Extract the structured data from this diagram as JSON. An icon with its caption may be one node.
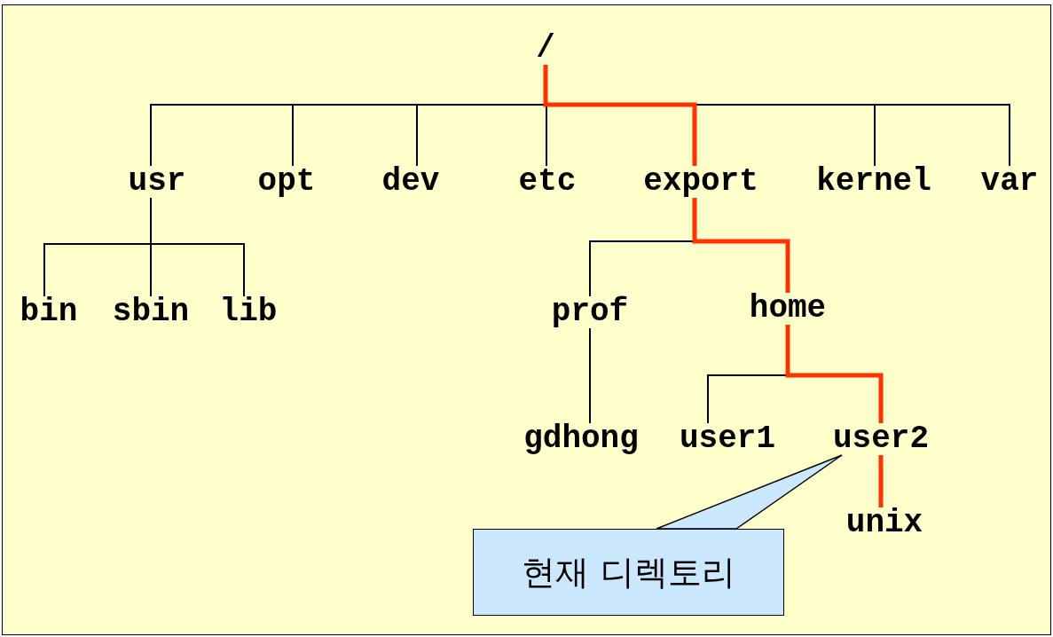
{
  "diagram": {
    "nodes": [
      {
        "text": [
          "/"
        ]
      },
      {
        "text": [
          "usr"
        ]
      },
      {
        "text": [
          "opt"
        ]
      },
      {
        "text": [
          "dev"
        ]
      },
      {
        "text": [
          "etc"
        ]
      },
      {
        "text": [
          "export"
        ]
      },
      {
        "text": [
          "kernel"
        ]
      },
      {
        "text": [
          "var"
        ]
      },
      {
        "text": [
          "bin"
        ]
      },
      {
        "text": [
          "sbin"
        ]
      },
      {
        "text": [
          "lib"
        ]
      },
      {
        "text": [
          "prof"
        ]
      },
      {
        "text": [
          "home"
        ]
      },
      {
        "text": [
          "gdhong"
        ]
      },
      {
        "text": [
          "user1"
        ]
      },
      {
        "text": [
          "user2"
        ]
      },
      {
        "text": [
          "unix"
        ]
      },
      {
        "text": [
          "현재 디렉토리"
        ]
      }
    ],
    "edges": [
      {
        "from": 0,
        "to": 1,
        "arrow": "none"
      },
      {
        "from": 0,
        "to": 2,
        "arrow": "none"
      },
      {
        "from": 0,
        "to": 3,
        "arrow": "none"
      },
      {
        "from": 0,
        "to": 4,
        "arrow": "none"
      },
      {
        "from": 0,
        "to": 6,
        "arrow": "none"
      },
      {
        "from": 0,
        "to": 7,
        "arrow": "none"
      },
      {
        "from": 1,
        "to": 8,
        "arrow": "none"
      },
      {
        "from": 1,
        "to": 9,
        "arrow": "none"
      },
      {
        "from": 1,
        "to": 10,
        "arrow": "none"
      },
      {
        "from": 5,
        "to": 11,
        "arrow": "none"
      },
      {
        "from": 11,
        "to": 13,
        "arrow": "none"
      },
      {
        "from": 12,
        "to": 14,
        "arrow": "none"
      },
      {
        "from": 0,
        "to": 5,
        "arrow": "none",
        "style": "thick",
        "color": "#ff3300"
      },
      {
        "from": 5,
        "to": 12,
        "arrow": "none",
        "style": "thick",
        "color": "#ff3300"
      },
      {
        "from": 12,
        "to": 15,
        "arrow": "none",
        "style": "thick",
        "color": "#ff3300"
      },
      {
        "from": 15,
        "to": 16,
        "arrow": "none",
        "style": "thick",
        "color": "#ff3300"
      },
      {
        "from": 17,
        "to": 15,
        "arrow": "none"
      }
    ]
  }
}
